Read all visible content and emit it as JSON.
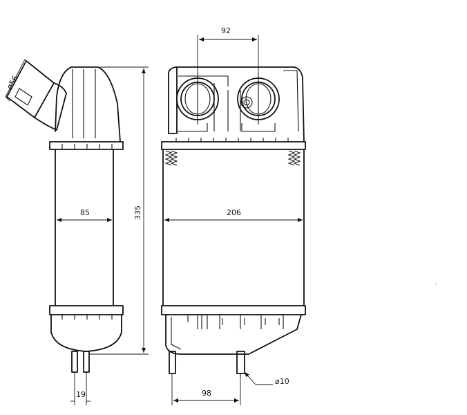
{
  "dimensions": {
    "pipe_diameter": "ø56",
    "pipe_spacing": "92",
    "side_core_width": "85",
    "front_core_width": "206",
    "overall_height": "335",
    "pin_spacing": "19",
    "pin_offset": "98",
    "pin_diameter": "ø10"
  }
}
